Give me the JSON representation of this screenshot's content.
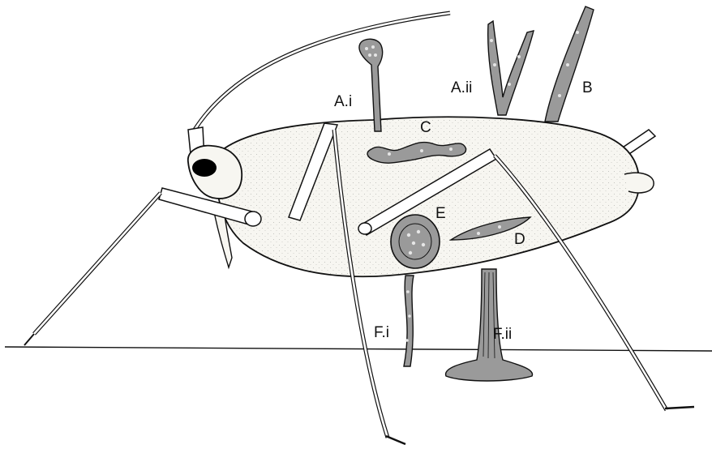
{
  "labels": {
    "a_i": "A.i",
    "a_ii": "A.ii",
    "b": "B",
    "c": "C",
    "d": "D",
    "e": "E",
    "f_i": "F.i",
    "f_ii": "F.ii"
  },
  "colors": {
    "ink": "#111111",
    "body_fill": "#f7f6f1",
    "structure_fill": "#9a9a9a",
    "structure_dots": "#e6e6e6",
    "eye": "#000000"
  }
}
